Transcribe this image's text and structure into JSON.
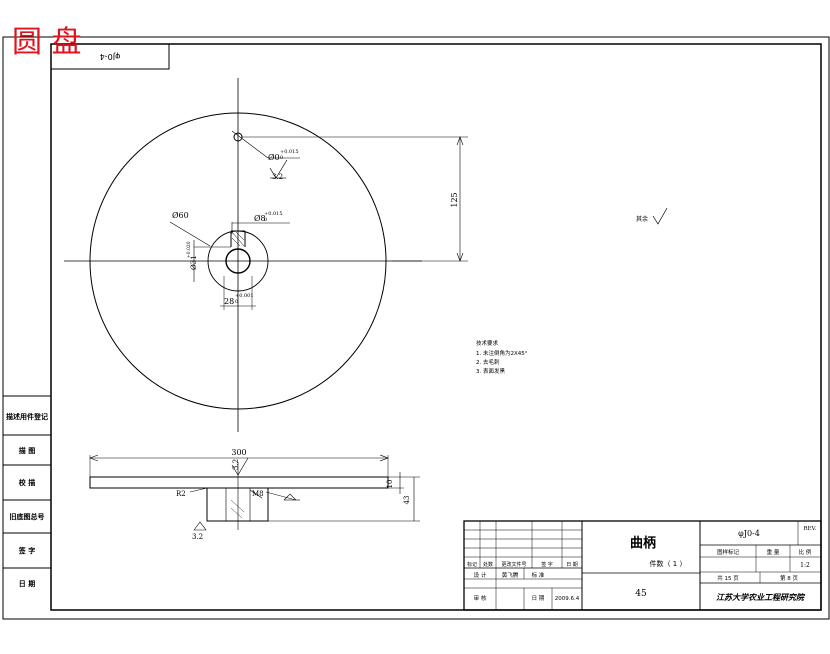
{
  "watermark_title": "圆 盘",
  "colors": {
    "title_red": "#e0141e",
    "line": "#000000"
  },
  "drawing_no_flipped": "φJ0-4",
  "dims": {
    "hole_small": "Ø0",
    "hole_small_tol": "+0.015",
    "hole_small_tol_low": "0",
    "rough_top": "3.2",
    "dim_125": "125",
    "dim_60": "Ø60",
    "bore": "Ø8",
    "bore_tol": "+0.015",
    "bore_tol_low": "0",
    "key_width": "Ø31",
    "key_width_tol": "+0.020",
    "key_depth": "28",
    "key_depth_tol": "+0.001",
    "key_depth_low": "0",
    "dim_300": "300",
    "rough_side": "3.2",
    "dim_10": "10",
    "dim_43": "43",
    "r2": "R2",
    "m8": "M8",
    "rough_bottom": "3.2",
    "rough_other": "其余"
  },
  "notes": {
    "heading": "技术要求",
    "items": [
      "1. 未注倒角为2X45°",
      "2. 去毛刺",
      "3. 表面发黑"
    ]
  },
  "left_column": {
    "items": [
      "描述用件登记",
      "描 图",
      "校 描",
      "旧底图总号",
      "签 字",
      "日 期"
    ]
  },
  "title_block": {
    "part_name": "曲柄",
    "quantity": "件数（ 1 ）",
    "drawing_no": "φJ0-4",
    "rev": "REV.",
    "stage_label": "图样标记",
    "weight_label": "重 量",
    "scale_label": "比 例",
    "scale_value": "1:2",
    "sheets_total": "共 15 页",
    "sheet_no": "第 8 页",
    "material": "45",
    "company": "江苏大学农业工程研究院",
    "hdr_mark": "标记",
    "hdr_count": "处数",
    "hdr_doc": "更改文件号",
    "hdr_sign": "签 字",
    "hdr_date": "日 期",
    "design_label": "设 计",
    "designer": "黄飞腾",
    "std_label": "标 准",
    "review_label": "审 核",
    "date_label": "日 期",
    "date_value": "2009.6.4"
  }
}
